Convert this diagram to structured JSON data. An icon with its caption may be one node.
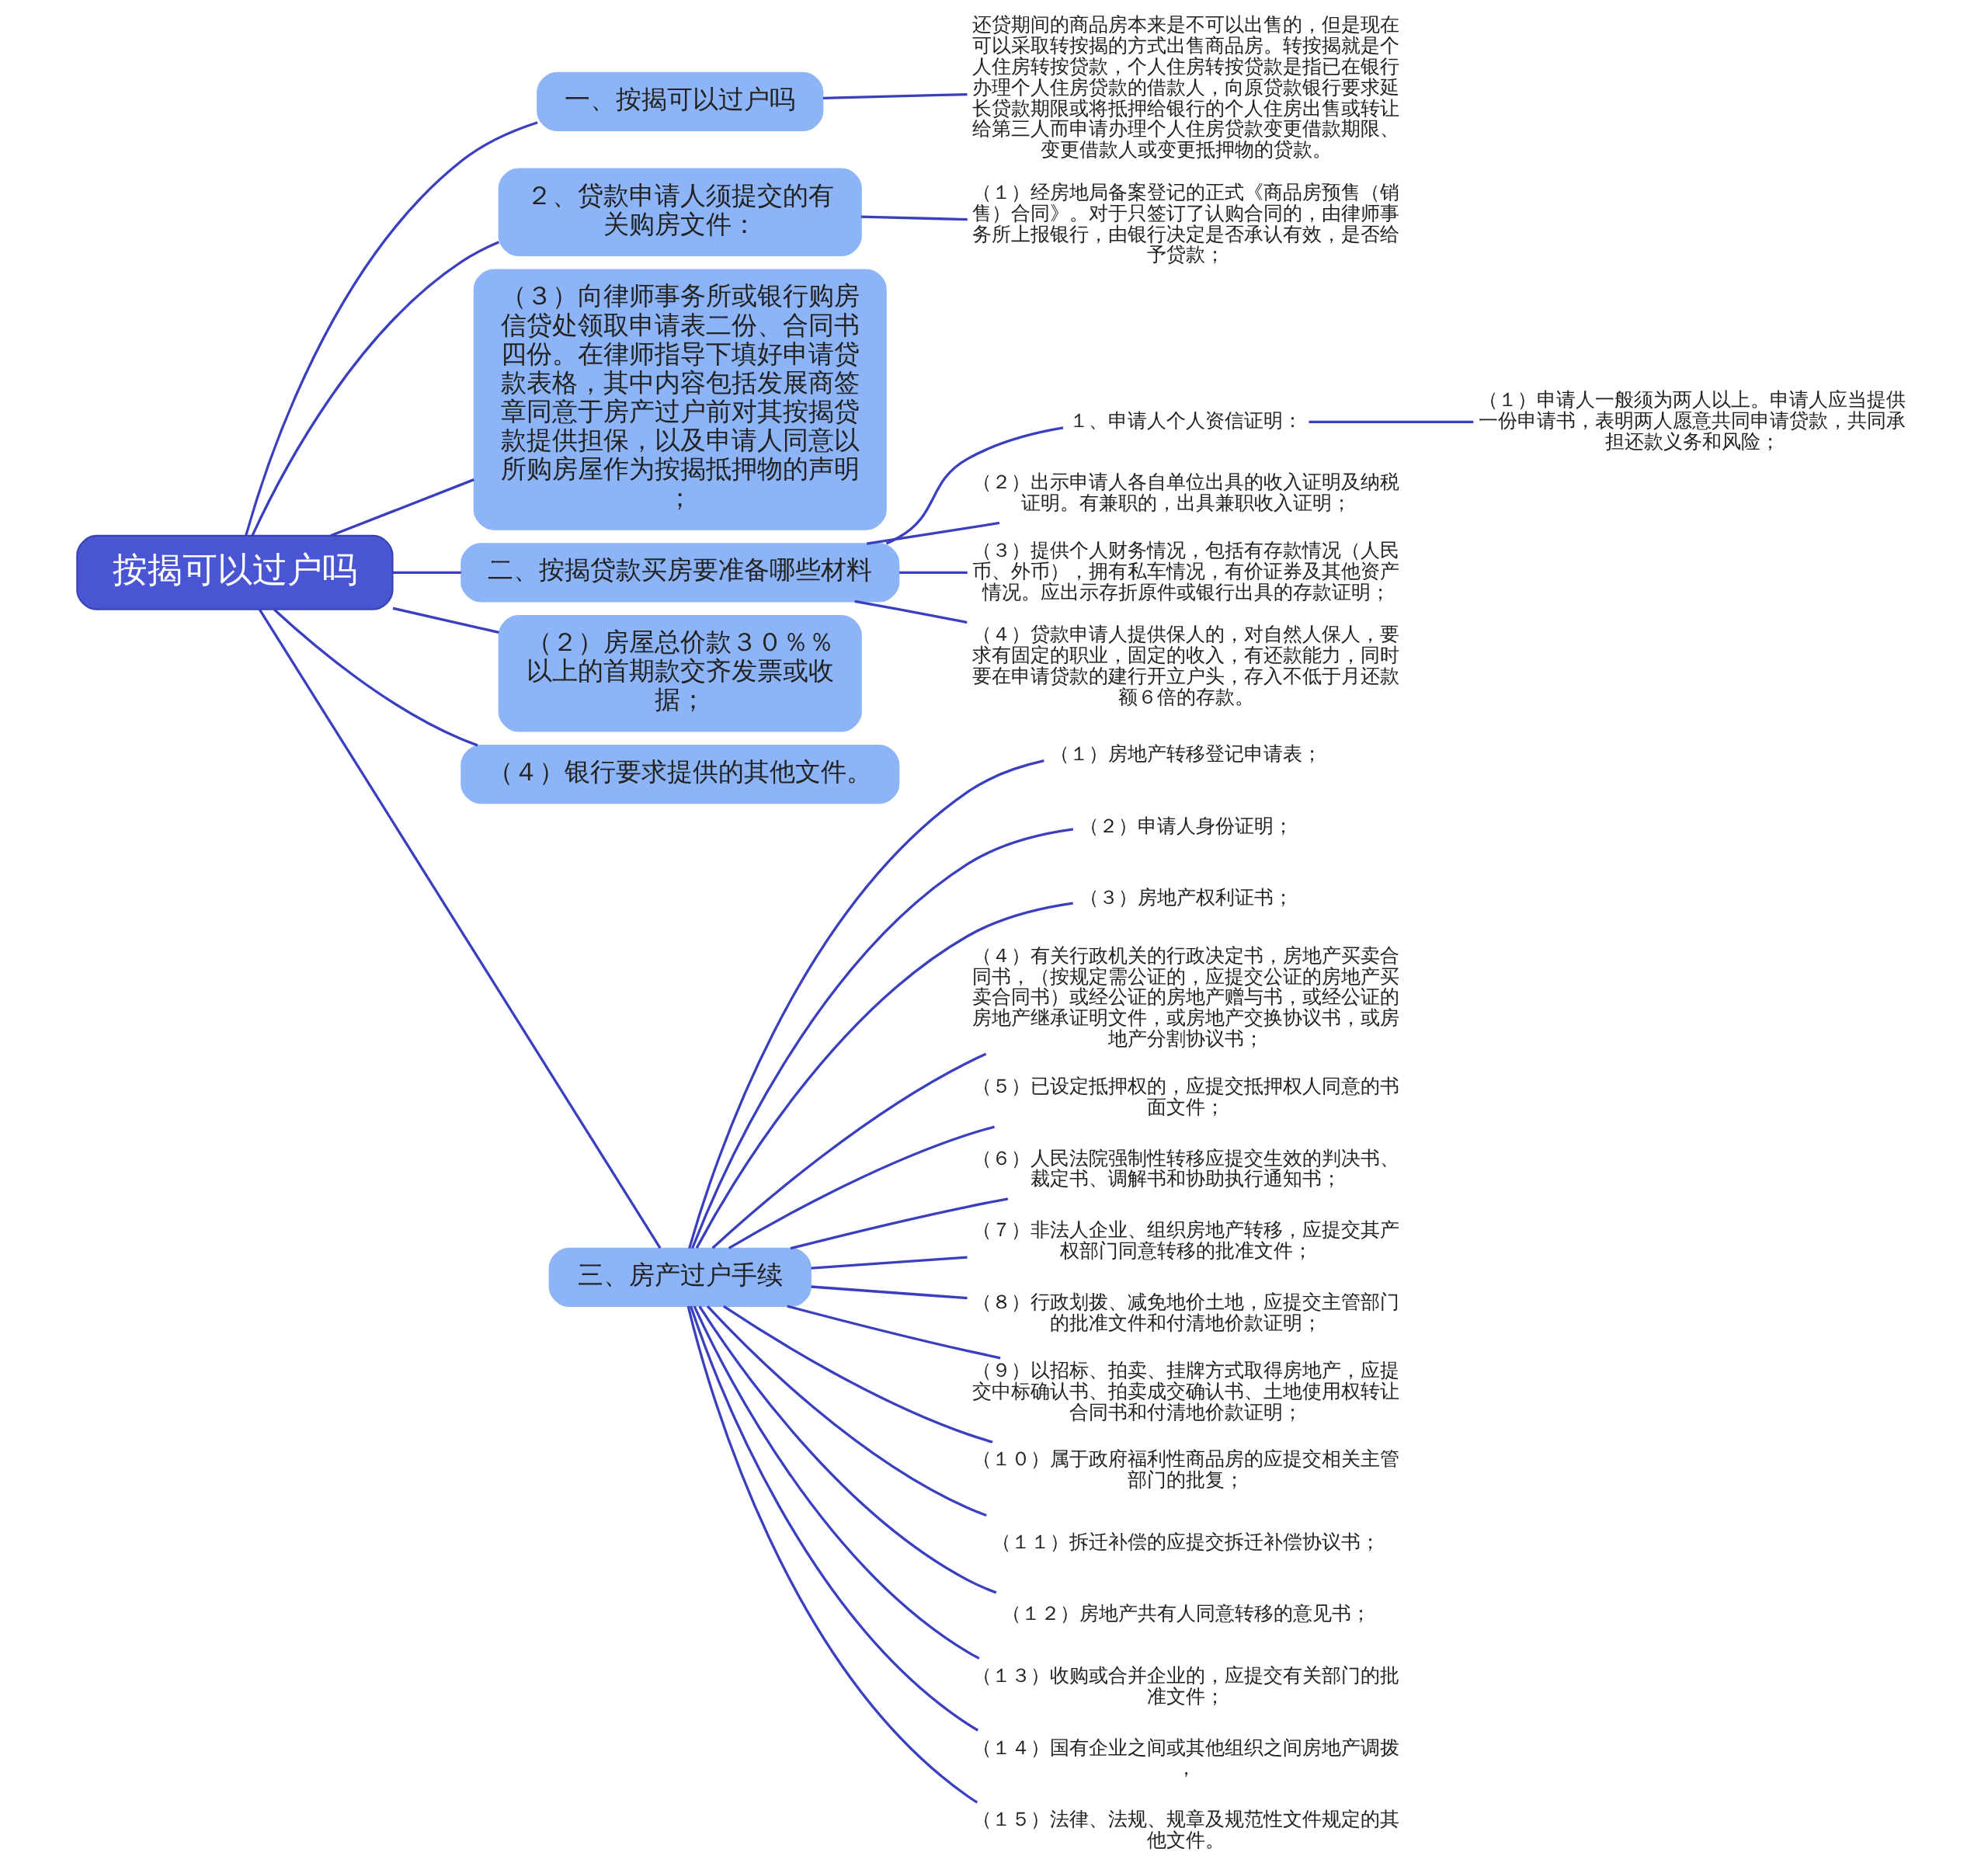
{
  "diagram": {
    "nodes": [
      {
        "text": [
          "按揭可以过户吗"
        ]
      },
      {
        "text": [
          "一、按揭可以过户吗"
        ]
      },
      {
        "text": [
          "还贷期间的商品房本来是不可以出售的，但是现在可以采取转按揭的方式出售商品房。转按揭就是个人住房转按贷款，个人住房转按贷款是指已在银行办理个人住房贷款的借款人，向原贷款银行要求延长贷款期限或将抵押给银行的个人住房出售或转让给第三人而申请办理个人住房贷款变更借款期限、变更借款人或变更抵押物的贷款。"
        ]
      },
      {
        "text": [
          "２、贷款申请人须提交的有关购房文件："
        ]
      },
      {
        "text": [
          "（１）经房地局备案登记的正式《商品房预售（销售）合同》。对于只签订了认购合同的，由律师事务所上报银行，由银行决定是否承认有效，是否给予贷款；"
        ]
      },
      {
        "text": [
          "（３）向律师事务所或银行购房信贷处领取申请表二份、合同书四份。在律师指导下填好申请贷款表格，其中内容包括发展商签章同意于房产过户前对其按揭贷款提供担保，以及申请人同意以所购房屋作为按揭抵押物的声明；"
        ]
      },
      {
        "text": [
          "二、按揭贷款买房要准备哪些材料"
        ]
      },
      {
        "text": [
          "１、申请人个人资信证明："
        ]
      },
      {
        "text": [
          "（１）申请人一般须为两人以上。申请人应当提供一份申请书，表明两人愿意共同申请贷款，共同承担还款义务和风险；"
        ]
      },
      {
        "text": [
          "（２）出示申请人各自单位出具的收入证明及纳税证明。有兼职的，出具兼职收入证明；"
        ]
      },
      {
        "text": [
          "（３）提供个人财务情况，包括有存款情况（人民币、外币），拥有私车情况，有价证券及其他资产情况。应出示存折原件或银行出具的存款证明；"
        ]
      },
      {
        "text": [
          "（４）贷款申请人提供保人的，对自然人保人，要求有固定的职业，固定的收入，有还款能力，同时要在申请贷款的建行开立户头，存入不低于月还款额６倍的存款。"
        ]
      },
      {
        "text": [
          "（２）房屋总价款３０％％以上的首期款交齐发票或收据；"
        ]
      },
      {
        "text": [
          "（４）银行要求提供的其他文件。"
        ]
      },
      {
        "text": [
          "三、房产过户手续"
        ]
      },
      {
        "text": [
          "（１）房地产转移登记申请表；"
        ]
      },
      {
        "text": [
          "（２）申请人身份证明；"
        ]
      },
      {
        "text": [
          "（３）房地产权利证书；"
        ]
      },
      {
        "text": [
          "（４）有关行政机关的行政决定书，房地产买卖合同书，（按规定需公证的，应提交公证的房地产买卖合同书）或经公证的房地产赠与书，或经公证的房地产继承证明文件，或房地产交换协议书，或房地产分割协议书；"
        ]
      },
      {
        "text": [
          "（５）已设定抵押权的，应提交抵押权人同意的书面文件；"
        ]
      },
      {
        "text": [
          "（６）人民法院强制性转移应提交生效的判决书、裁定书、调解书和协助执行通知书；"
        ]
      },
      {
        "text": [
          "（７）非法人企业、组织房地产转移，应提交其产权部门同意转移的批准文件；"
        ]
      },
      {
        "text": [
          "（８）行政划拨、减免地价土地，应提交主管部门的批准文件和付清地价款证明；"
        ]
      },
      {
        "text": [
          "（９）以招标、拍卖、挂牌方式取得房地产，应提交中标确认书、拍卖成交确认书、土地使用权转让合同书和付清地价款证明；"
        ]
      },
      {
        "text": [
          "（１０）属于政府福利性商品房的应提交相关主管部门的批复；"
        ]
      },
      {
        "text": [
          "（１１）拆迁补偿的应提交拆迁补偿协议书；"
        ]
      },
      {
        "text": [
          "（１２）房地产共有人同意转移的意见书；"
        ]
      },
      {
        "text": [
          "（１３）收购或合并企业的，应提交有关部门的批准文件；"
        ]
      },
      {
        "text": [
          "（１４）国有企业之间或其他组织之间房地产调拨，"
        ]
      },
      {
        "text": [
          "（１５）法律、法规、规章及规范性文件规定的其他文件。"
        ]
      }
    ],
    "edges": [
      {
        "from": 0,
        "to": 1,
        "arrow": "none"
      },
      {
        "from": 1,
        "to": 2,
        "arrow": "none"
      },
      {
        "from": 0,
        "to": 3,
        "arrow": "none"
      },
      {
        "from": 3,
        "to": 4,
        "arrow": "none"
      },
      {
        "from": 0,
        "to": 5,
        "arrow": "none"
      },
      {
        "from": 0,
        "to": 6,
        "arrow": "none"
      },
      {
        "from": 6,
        "to": 7,
        "arrow": "none"
      },
      {
        "from": 7,
        "to": 8,
        "arrow": "none"
      },
      {
        "from": 6,
        "to": 9,
        "arrow": "none"
      },
      {
        "from": 6,
        "to": 10,
        "arrow": "none"
      },
      {
        "from": 6,
        "to": 11,
        "arrow": "none"
      },
      {
        "from": 0,
        "to": 12,
        "arrow": "none"
      },
      {
        "from": 0,
        "to": 13,
        "arrow": "none"
      },
      {
        "from": 0,
        "to": 14,
        "arrow": "none"
      },
      {
        "from": 14,
        "to": 15,
        "arrow": "none"
      },
      {
        "from": 14,
        "to": 16,
        "arrow": "none"
      },
      {
        "from": 14,
        "to": 17,
        "arrow": "none"
      },
      {
        "from": 14,
        "to": 18,
        "arrow": "none"
      },
      {
        "from": 14,
        "to": 19,
        "arrow": "none"
      },
      {
        "from": 14,
        "to": 20,
        "arrow": "none"
      },
      {
        "from": 14,
        "to": 21,
        "arrow": "none"
      },
      {
        "from": 14,
        "to": 22,
        "arrow": "none"
      },
      {
        "from": 14,
        "to": 23,
        "arrow": "none"
      },
      {
        "from": 14,
        "to": 24,
        "arrow": "none"
      },
      {
        "from": 14,
        "to": 25,
        "arrow": "none"
      },
      {
        "from": 14,
        "to": 26,
        "arrow": "none"
      },
      {
        "from": 14,
        "to": 27,
        "arrow": "none"
      },
      {
        "from": 14,
        "to": 28,
        "arrow": "none"
      },
      {
        "from": 14,
        "to": 29,
        "arrow": "none"
      }
    ]
  }
}
